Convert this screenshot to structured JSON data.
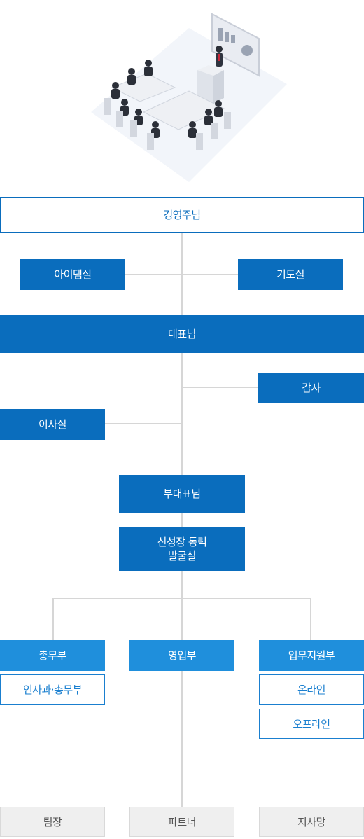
{
  "org": {
    "top": "경영주님",
    "item_room": "아이템실",
    "planning": "기도실",
    "ceo": "대표님",
    "audit": "감사",
    "board": "이사실",
    "vice_ceo": "부대표님",
    "growth": [
      "신성장 동력",
      "발굴실"
    ],
    "general_affairs": "총무부",
    "hr_general": "인사과·총무부",
    "sales": "영업부",
    "support": "업무지원부",
    "online": "온라인",
    "offline": "오프라인",
    "team_leader": "팀장",
    "partner": "파트너",
    "branch": "지사망"
  },
  "colors": {
    "primary": "#0a6dbd",
    "secondary": "#1f8fdc",
    "connector": "#d6d6d6",
    "grey_box": "#efefef"
  },
  "illustration": {
    "icon": "meeting-presentation-illustration"
  }
}
